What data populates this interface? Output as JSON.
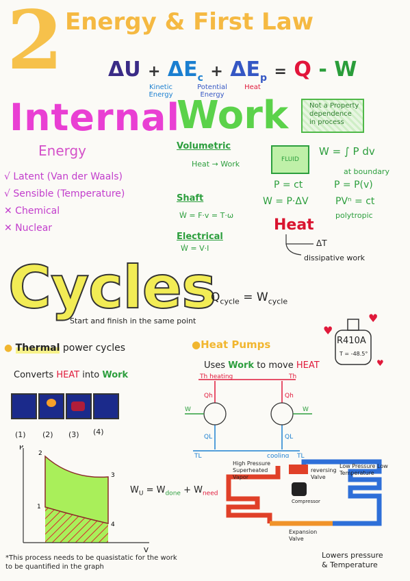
{
  "title": {
    "number": "2",
    "text": "Energy & First Law"
  },
  "equation": {
    "du": "ΔU",
    "plus1": "+",
    "dek": "ΔE",
    "dek_sub": "c",
    "plus2": "+",
    "dep": "ΔE",
    "dep_sub": "p",
    "eq": "=",
    "q": "Q",
    "minus": "-",
    "w": "W",
    "kinetic": "Kinetic Energy",
    "potential": "Potential Energy",
    "heat": "Heat"
  },
  "internal": {
    "title": "Internal",
    "subtitle": "Energy",
    "items": [
      "√ Latent (Van der Waals)",
      "√ Sensible (Temperature)",
      "✕ Chemical",
      "✕ Nuclear"
    ]
  },
  "work": {
    "title": "Work",
    "note": "Not a Property dependence in process",
    "volumetric": "Volumetric",
    "vol_desc": "Heat → Work",
    "fluid": "FLUID",
    "integral": "W = ∫ P dv",
    "boundary": "at boundary",
    "p_ct": "P = ct",
    "p_v": "P = P(v)",
    "w_pdv": "W = P·ΔV",
    "pvn": "PVⁿ = ct",
    "polytropic": "polytropic",
    "shaft": "Shaft",
    "shaft_eq": "Ẇ = F·v = T·ω",
    "electrical": "Electrical",
    "elec_eq": "Ẇ = V·I"
  },
  "heat": {
    "title": "Heat",
    "dt": "ΔT",
    "dissipative": "dissipative work"
  },
  "cycles": {
    "title": "Cycles",
    "subtitle": "Start and finish in the same point",
    "qcycle": "Q",
    "qcycle_sub": "cycle",
    "eq": "=",
    "wcycle": "W",
    "wcycle_sub": "cycle"
  },
  "refrigerant": {
    "label": "R410A",
    "temp": "T = -48.5°"
  },
  "thermal": {
    "header_hl": "Thermal",
    "header_rest": " power cycles",
    "converts_a": "Converts ",
    "converts_heat": "HEAT",
    "converts_b": " into ",
    "converts_work": "Work",
    "steps": [
      "(1)",
      "(2)",
      "(3)",
      "(4)"
    ],
    "axis_p": "P",
    "axis_v": "V",
    "pts": [
      "1",
      "2",
      "3",
      "4"
    ],
    "wu_eq": "W",
    "wu_sub": "U",
    "wu_rest": " = W",
    "wdone_sub": "done",
    "plus": " + W",
    "wneed_sub": "need",
    "footnote": "*This process needs to be quasistatic for the work to be quantified in the graph"
  },
  "heatpump": {
    "header": "Heat Pumps",
    "uses_a": "Uses ",
    "uses_work": "Work",
    "uses_b": " to move ",
    "uses_heat": "HEAT",
    "th_heating": "Th heating",
    "th2": "Th",
    "qh1": "Qh",
    "qh2": "Qh",
    "w1": "W",
    "w2": "W",
    "ql1": "QL",
    "ql2": "QL",
    "tl": "TL",
    "tl2": "TL",
    "cooling": "cooling",
    "hp_vapor": "High Pressure Superheated Vapor",
    "lp": "Low Pressure Low Temperature",
    "reversing": "reversing Valve",
    "compressor": "Compressor",
    "expansion": "Expansion Valve",
    "lowers": "Lowers pressure & Temperature"
  },
  "colors": {
    "yellow": "#f5b942",
    "pink": "#e93fd3",
    "green": "#2c9e3d",
    "red": "#e0193a",
    "blue": "#1b7fd0"
  }
}
